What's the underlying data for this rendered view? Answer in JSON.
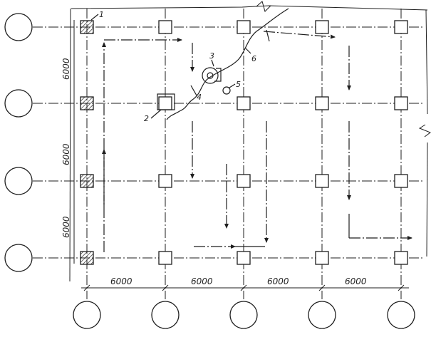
{
  "drawing": {
    "ink_color": "#1e1e1e",
    "hatch_color": "#2a2a2a",
    "column_rows": 4,
    "column_cols": 5,
    "hatched_column_col": 1,
    "bay_labels_horizontal": [
      "6000",
      "6000",
      "6000",
      "6000"
    ],
    "bay_labels_vertical": [
      "6000",
      "6000",
      "6000"
    ],
    "callouts": [
      "1",
      "2",
      "3",
      "4",
      "5",
      "6"
    ]
  }
}
